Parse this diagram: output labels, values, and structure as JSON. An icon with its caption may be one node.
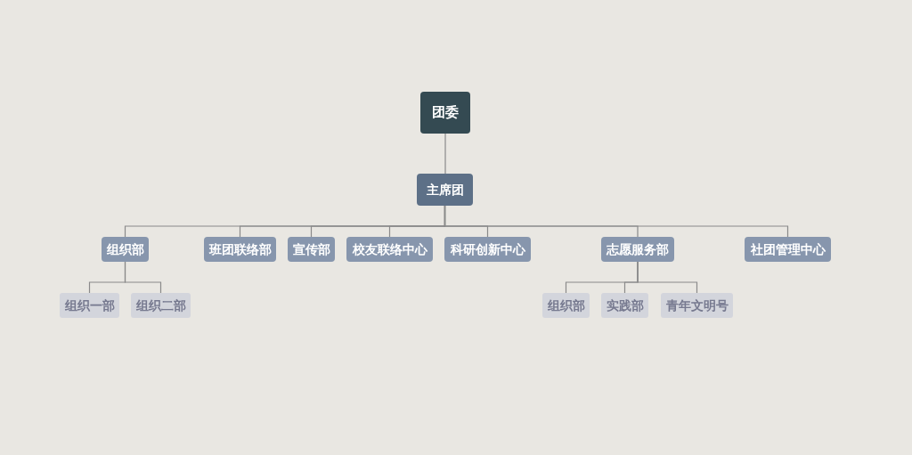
{
  "diagram": {
    "nodes": [
      {
        "text": [
          "团委"
        ]
      },
      {
        "text": [
          "主席团"
        ]
      },
      {
        "text": [
          "组织部"
        ]
      },
      {
        "text": [
          "班团联络部"
        ]
      },
      {
        "text": [
          "宣传部"
        ]
      },
      {
        "text": [
          "校友联络中心"
        ]
      },
      {
        "text": [
          "科研创新中心"
        ]
      },
      {
        "text": [
          "志愿服务部"
        ]
      },
      {
        "text": [
          "社团管理中心"
        ]
      },
      {
        "text": [
          "组织一部"
        ]
      },
      {
        "text": [
          "组织二部"
        ]
      },
      {
        "text": [
          "组织部"
        ]
      },
      {
        "text": [
          "实践部"
        ]
      },
      {
        "text": [
          "青年文明号"
        ]
      }
    ],
    "edges": [
      {
        "from": 0,
        "to": 1,
        "arrow": "none"
      },
      {
        "from": 1,
        "to": 2,
        "arrow": "none"
      },
      {
        "from": 1,
        "to": 3,
        "arrow": "none"
      },
      {
        "from": 1,
        "to": 4,
        "arrow": "none"
      },
      {
        "from": 1,
        "to": 5,
        "arrow": "none"
      },
      {
        "from": 1,
        "to": 6,
        "arrow": "none"
      },
      {
        "from": 1,
        "to": 7,
        "arrow": "none"
      },
      {
        "from": 1,
        "to": 8,
        "arrow": "none"
      },
      {
        "from": 2,
        "to": 9,
        "arrow": "none"
      },
      {
        "from": 2,
        "to": 10,
        "arrow": "none"
      },
      {
        "from": 7,
        "to": 11,
        "arrow": "none"
      },
      {
        "from": 7,
        "to": 12,
        "arrow": "none"
      },
      {
        "from": 7,
        "to": 13,
        "arrow": "none"
      }
    ]
  }
}
